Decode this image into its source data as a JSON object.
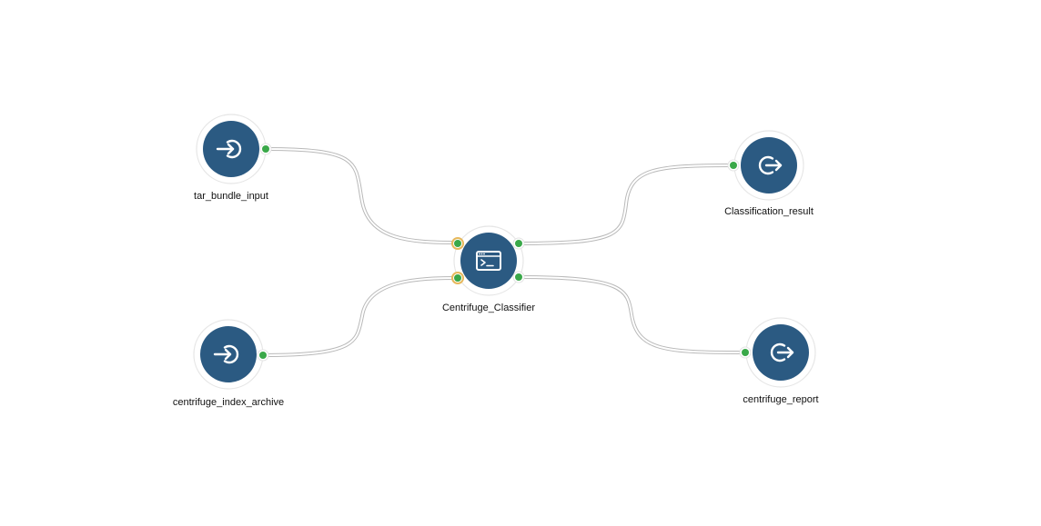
{
  "workflow": {
    "nodes": [
      {
        "id": "tar_bundle_input",
        "label": "tar_bundle_input",
        "kind": "input",
        "icon": "input-icon"
      },
      {
        "id": "centrifuge_index_archive",
        "label": "centrifuge_index_archive",
        "kind": "input",
        "icon": "input-icon"
      },
      {
        "id": "Centrifuge_Classifier",
        "label": "Centrifuge_Classifier",
        "kind": "tool",
        "icon": "terminal-icon"
      },
      {
        "id": "Classification_result",
        "label": "Classification_result",
        "kind": "output",
        "icon": "output-icon"
      },
      {
        "id": "centrifuge_report",
        "label": "centrifuge_report",
        "kind": "output",
        "icon": "output-icon"
      }
    ],
    "edges": [
      {
        "from": "tar_bundle_input",
        "to": "Centrifuge_Classifier"
      },
      {
        "from": "centrifuge_index_archive",
        "to": "Centrifuge_Classifier"
      },
      {
        "from": "Centrifuge_Classifier",
        "to": "Classification_result"
      },
      {
        "from": "Centrifuge_Classifier",
        "to": "centrifuge_report"
      }
    ]
  },
  "colors": {
    "node_fill": "#2b5a82",
    "port_dot": "#3aa849",
    "active_port_ring": "#e6b85c",
    "edge": "#b9b9b9"
  }
}
